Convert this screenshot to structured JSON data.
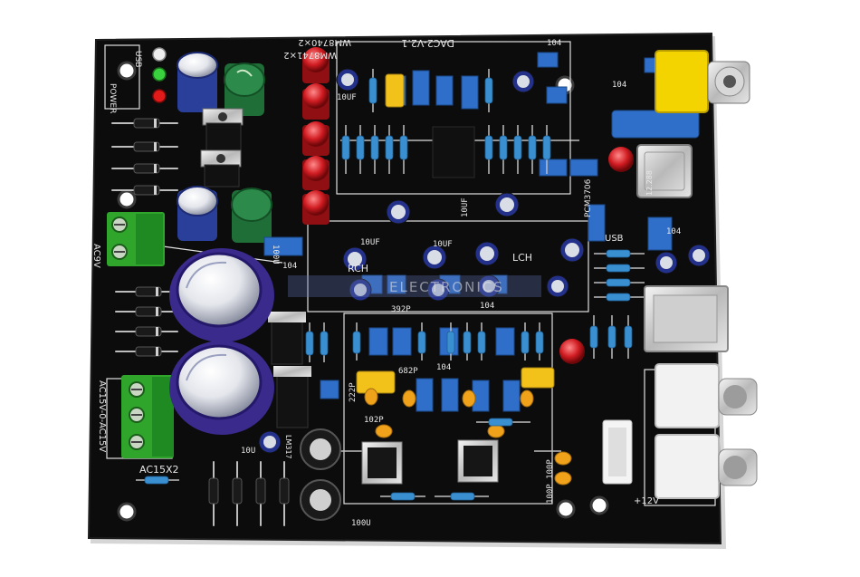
{
  "board": {
    "labels": {
      "ac9v": "AC9V",
      "ac15v": "AC15V-0-AC15V",
      "ac15x2": "AC15X2",
      "power": "POWER",
      "usb_top": "USB",
      "usb_right": "USB",
      "title_dac": "DAC2-V2.1",
      "wm8740": "WM8740×2",
      "wm8741": "WM8741×2",
      "rch": "RCH",
      "lch": "LCH",
      "plus12v": "+12V",
      "r104_a": "104",
      "r104_b": "104",
      "r104_c": "104",
      "r104_d": "104",
      "r104_e": "104",
      "r104_f": "104",
      "c10uf_a": "10UF",
      "c10uf_b": "10UF",
      "c10uf_c": "10UF",
      "c10uf_d": "10UF",
      "c100u_a": "100U",
      "c100u_b": "100U",
      "c10u": "10U",
      "c102p": "102P",
      "c100p": "100P 100P",
      "c682p": "682P",
      "c392p": "392P",
      "c222p": "222P",
      "pcm": "PCM3706",
      "osc": "12.288",
      "lm317": "LM317",
      "watermark": "ELECTRONICS"
    },
    "colors": {
      "pcb": "#0c0c0d",
      "silk": "#e8e8e8",
      "terminal_green": "#2fa52c",
      "cap_blue": "#2f6fc9",
      "cap_purple": "#3a2a8c",
      "cap_red": "#c8141a",
      "cap_green": "#1f6e38",
      "cap_yellow": "#f2c21b",
      "rca_yellow": "#f3d400",
      "orange_cap": "#f0a21a"
    }
  }
}
